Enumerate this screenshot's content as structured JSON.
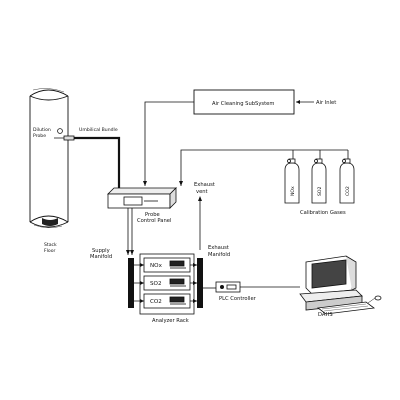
{
  "labels": {
    "dilution_probe_line1": "Dilution",
    "dilution_probe_line2": "Probe",
    "umbilical_bundle": "Umbilical Bundle",
    "stack_line1": "Stack",
    "stack_line2": "Floor",
    "air_cleaning": "Air Cleaning SubSystem",
    "air_inlet": "Air Inlet",
    "probe_control_line1": "Probe",
    "probe_control_line2": "Control Panel",
    "exhaust_vent_line1": "Exhaust",
    "exhaust_vent_line2": "vent",
    "calibration_gases": "Calibration Gases",
    "cyl_nox": "NOx",
    "cyl_so2": "SO2",
    "cyl_co2": "CO2",
    "supply_manifold_line1": "Supply",
    "supply_manifold_line2": "Manifold",
    "exhaust_manifold_line1": "Exhaust",
    "exhaust_manifold_line2": "Manifold",
    "analyzer_nox": "NOx",
    "analyzer_so2": "SO2",
    "analyzer_co2": "CO2",
    "analyzer_rack": "Analyzer Rack",
    "plc_controller": "PLC Controller",
    "dahs": "DAHS"
  }
}
